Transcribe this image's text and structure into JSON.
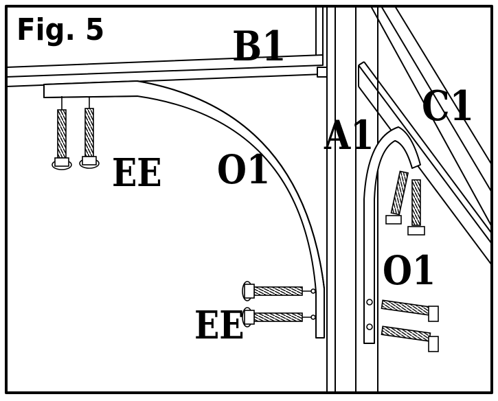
{
  "figure": {
    "title": "Fig. 5",
    "labels": {
      "b1": "B1",
      "c1": "C1",
      "a1": "A1",
      "ee_top": "EE",
      "o1_left": "O1",
      "o1_right": "O1",
      "ee_bottom": "EE"
    }
  },
  "colors": {
    "line": "#000000",
    "background": "#ffffff"
  }
}
